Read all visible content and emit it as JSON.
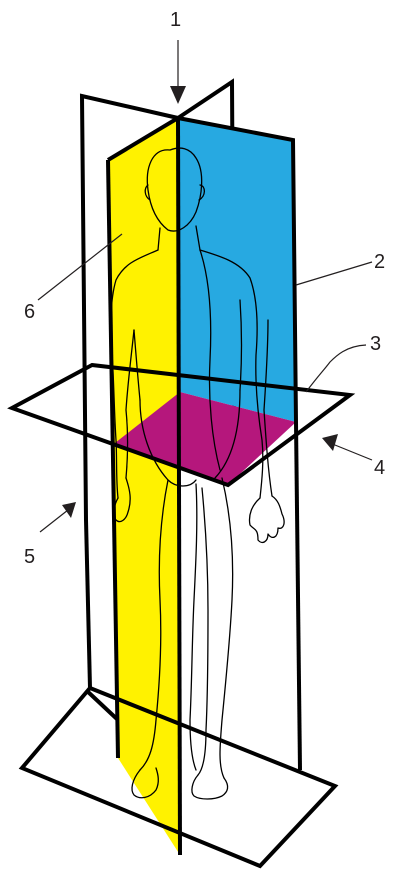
{
  "diagram": {
    "colors": {
      "sagittal_plane": "#fff200",
      "coronal_plane": "#27a9e1",
      "transverse_section": "#b5177c",
      "outline": "#000000"
    },
    "labels": [
      {
        "id": "1",
        "text": "1"
      },
      {
        "id": "2",
        "text": "2"
      },
      {
        "id": "3",
        "text": "3"
      },
      {
        "id": "4",
        "text": "4"
      },
      {
        "id": "5",
        "text": "5"
      },
      {
        "id": "6",
        "text": "6"
      }
    ]
  }
}
